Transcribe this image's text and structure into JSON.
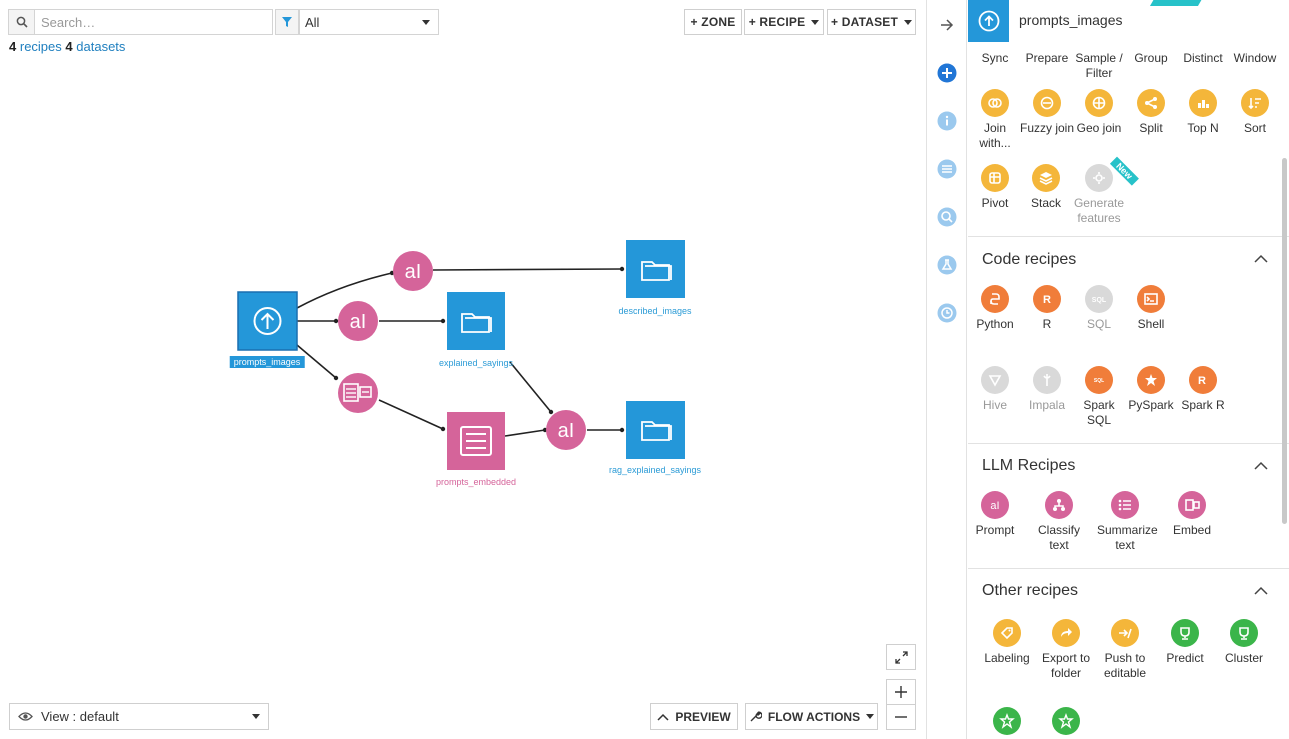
{
  "search": {
    "placeholder": "Search…"
  },
  "filter": {
    "selected": "All"
  },
  "counts": {
    "recipes_n": "4",
    "recipes_label": "recipes",
    "datasets_n": "4",
    "datasets_label": "datasets"
  },
  "toolbar": {
    "zone": "+ ZONE",
    "recipe": "+ RECIPE",
    "dataset": "+ DATASET"
  },
  "nodes": {
    "prompts_images": "prompts_images",
    "explained_sayings": "explained_sayings",
    "described_images": "described_images",
    "prompts_embedded": "prompts_embedded",
    "rag_explained_sayings": "rag_explained_sayings"
  },
  "bottom": {
    "view": "View : default",
    "preview": "PREVIEW",
    "flow_actions": "FLOW ACTIONS"
  },
  "panel": {
    "title": "prompts_images",
    "visual_row1": [
      "Sync",
      "Prepare",
      "Sample / Filter",
      "Group",
      "Distinct",
      "Window"
    ],
    "visual_row2": [
      "Join with...",
      "Fuzzy join",
      "Geo join",
      "Split",
      "Top N",
      "Sort"
    ],
    "visual_row3": [
      "Pivot",
      "Stack",
      "Generate features"
    ],
    "code_title": "Code recipes",
    "code_row1": [
      "Python",
      "R",
      "SQL",
      "Shell"
    ],
    "code_row2": [
      "Hive",
      "Impala",
      "Spark SQL",
      "PySpark",
      "Spark R"
    ],
    "llm_title": "LLM Recipes",
    "llm_row": [
      "Prompt",
      "Classify text",
      "Summarize text",
      "Embed"
    ],
    "other_title": "Other recipes",
    "other_row": [
      "Labeling",
      "Export to folder",
      "Push to editable",
      "Predict",
      "Cluster"
    ],
    "new_badge": "New"
  },
  "colors": {
    "dataset_blue": "#2497d9",
    "recipe_pink": "#d5649a",
    "visual_orange": "#f4b63a",
    "code_orange": "#f07d3a",
    "ml_green": "#3bb54a"
  }
}
